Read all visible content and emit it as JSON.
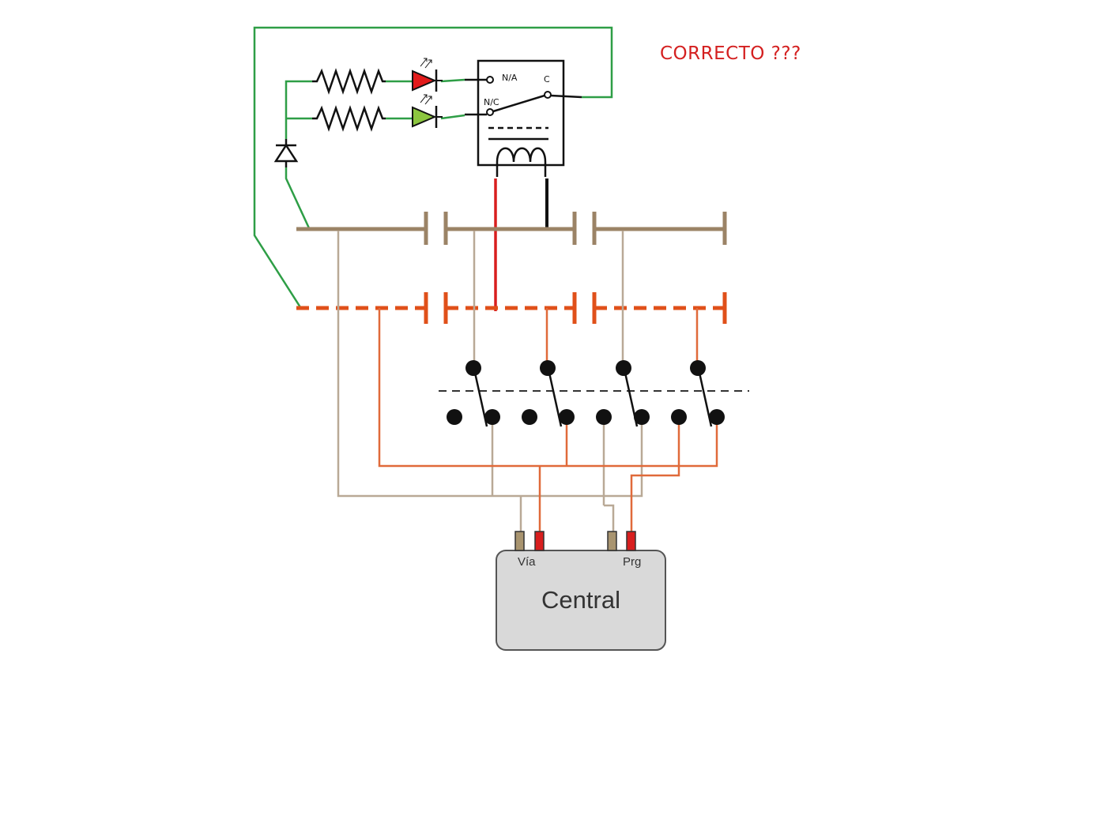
{
  "annotation": {
    "text": "CORRECTO ???",
    "color": "#d42020"
  },
  "relay": {
    "no_label": "N/A",
    "nc_label": "N/C",
    "common_label": "C"
  },
  "central": {
    "label": "Central",
    "terminal_via": "Vía",
    "terminal_prg": "Prg"
  },
  "colors": {
    "green_wire": "#2e9e46",
    "track_rail": "#9b8366",
    "dashed_rail": "#e0501a",
    "thin_tan": "#b9a996",
    "thin_orange": "#e06a3a",
    "coil_positive": "#d81e1e",
    "coil_negative": "#111111",
    "led_red": "#e21b1b",
    "led_green": "#8cc63f",
    "central_fill": "#d9d9d9"
  },
  "components": [
    {
      "type": "resistor",
      "count": 2
    },
    {
      "type": "led",
      "colors": [
        "red",
        "green"
      ]
    },
    {
      "type": "diode",
      "count": 1
    },
    {
      "type": "relay",
      "count": 1
    },
    {
      "type": "switch",
      "count": 4
    }
  ]
}
